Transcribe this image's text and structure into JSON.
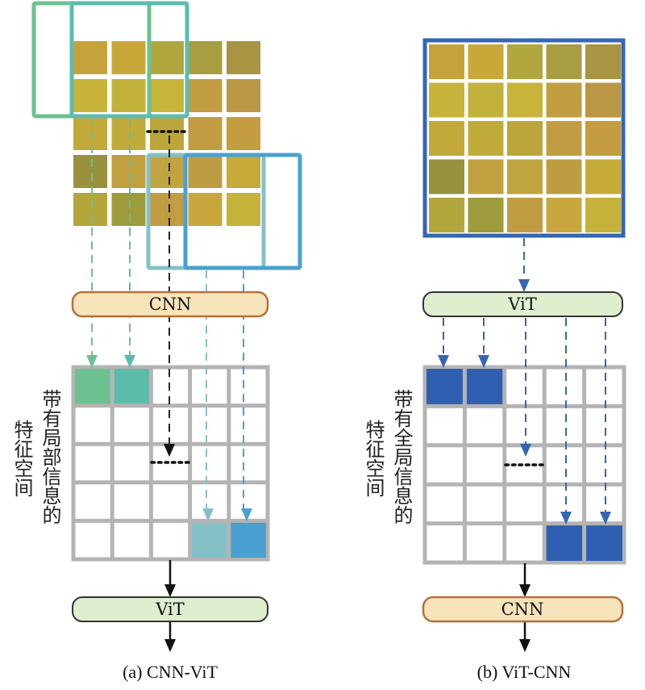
{
  "panel_a": {
    "caption": "(a) CNN-ViT",
    "first_block": "CNN",
    "second_block": "ViT",
    "feature_label_line1": "带有局部信息的",
    "feature_label_line2": "特征空间",
    "input_colors": [
      [
        "#c6a23a",
        "#c9a83a",
        "#b1a73f",
        "#a89d40",
        "#a89442"
      ],
      [
        "#c8b33a",
        "#c2b23c",
        "#c8b33b",
        "#c29e42",
        "#b99745"
      ],
      [
        "#c3a83a",
        "#c0ab3a",
        "#bca63b",
        "#c29c42",
        "#c49d40"
      ],
      [
        "#98923e",
        "#c0a03f",
        "#c1a442",
        "#bd9c42",
        "#c6aa3a"
      ],
      [
        "#b3a63d",
        "#9e9b3c",
        "#c09c42",
        "#c8a83e",
        "#c4b23a"
      ]
    ],
    "window_colors": [
      "#6cc190",
      "#5bbcb0",
      "#84c0c8",
      "#4aa0d2"
    ],
    "output_filled_colors": [
      "#6cc190",
      "#5bbcaa",
      "#84c0c8",
      "#4aa0d0"
    ]
  },
  "panel_b": {
    "caption": "(b) ViT-CNN",
    "first_block": "ViT",
    "second_block": "CNN",
    "feature_label_line1": "带有全局信息的",
    "feature_label_line2": "特征空间",
    "input_colors": [
      [
        "#c6a23a",
        "#c9a83a",
        "#b1a73f",
        "#a89d40",
        "#a89442"
      ],
      [
        "#c8b33a",
        "#c2b23c",
        "#c8b33b",
        "#c29e42",
        "#b99745"
      ],
      [
        "#c3a83a",
        "#c0ab3a",
        "#bca63b",
        "#c29c42",
        "#c49d40"
      ],
      [
        "#98923e",
        "#c0a03f",
        "#c1a442",
        "#bd9c42",
        "#c6aa3a"
      ],
      [
        "#b3a63d",
        "#9e9b3c",
        "#c09c42",
        "#c8a83e",
        "#c4b23a"
      ]
    ],
    "border_color": "#3566b4",
    "output_filled_color": "#2f5fb0"
  },
  "colors": {
    "cnn_fill": "#f8e4bb",
    "cnn_stroke": "#b5703a",
    "vit_fill": "#dfeecf",
    "vit_stroke": "#333333",
    "grid_line": "#b4b4b4"
  }
}
